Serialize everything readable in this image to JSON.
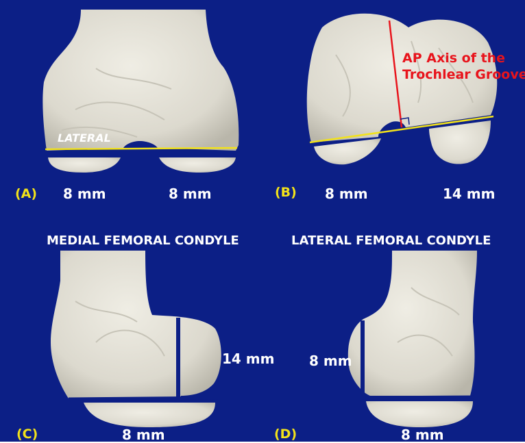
{
  "colors": {
    "background": "#0c1f86",
    "bone": "#e2e0d6",
    "label_yellow": "#f2e21a",
    "axis_red": "#e8141c",
    "text_white": "#ffffff"
  },
  "panels": {
    "a": {
      "letter": "(A)",
      "lateral_tag": "LATERAL",
      "left_measure": "8 mm",
      "right_measure": "8 mm"
    },
    "b": {
      "letter": "(B)",
      "axis_line1": "AP Axis of the",
      "axis_line2": "Trochlear Groove",
      "left_measure": "8 mm",
      "right_measure": "14 mm"
    },
    "c": {
      "title": "MEDIAL FEMORAL CONDYLE",
      "letter": "(C)",
      "side_measure": "14 mm",
      "bottom_measure": "8 mm"
    },
    "d": {
      "title": "LATERAL FEMORAL CONDYLE",
      "letter": "(D)",
      "side_measure": "8 mm",
      "bottom_measure": "8 mm"
    }
  }
}
